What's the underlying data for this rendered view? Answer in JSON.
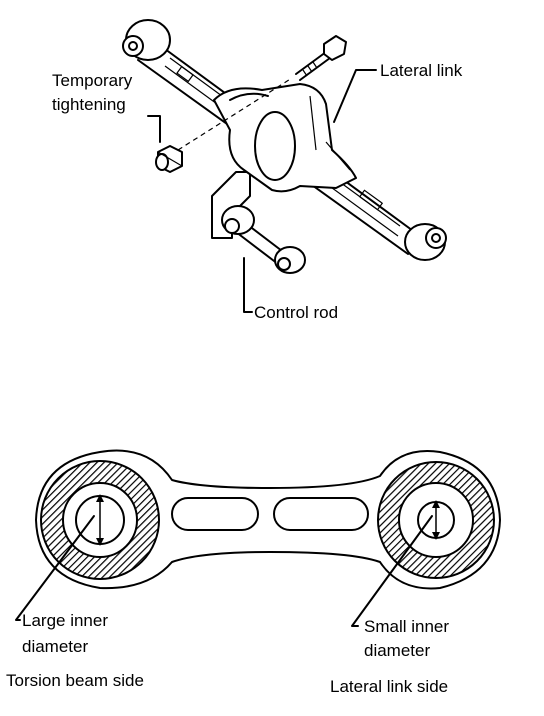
{
  "top_diagram": {
    "labels": {
      "temporary_line1": "Temporary",
      "temporary_line2": "tightening",
      "lateral_link": "Lateral link",
      "control_rod": "Control rod"
    }
  },
  "bottom_diagram": {
    "labels": {
      "large_line1": "Large inner",
      "large_line2": "diameter",
      "small_line1": "Small inner",
      "small_line2": "diameter",
      "torsion_side": "Torsion beam side",
      "lateral_side": "Lateral link side"
    }
  }
}
